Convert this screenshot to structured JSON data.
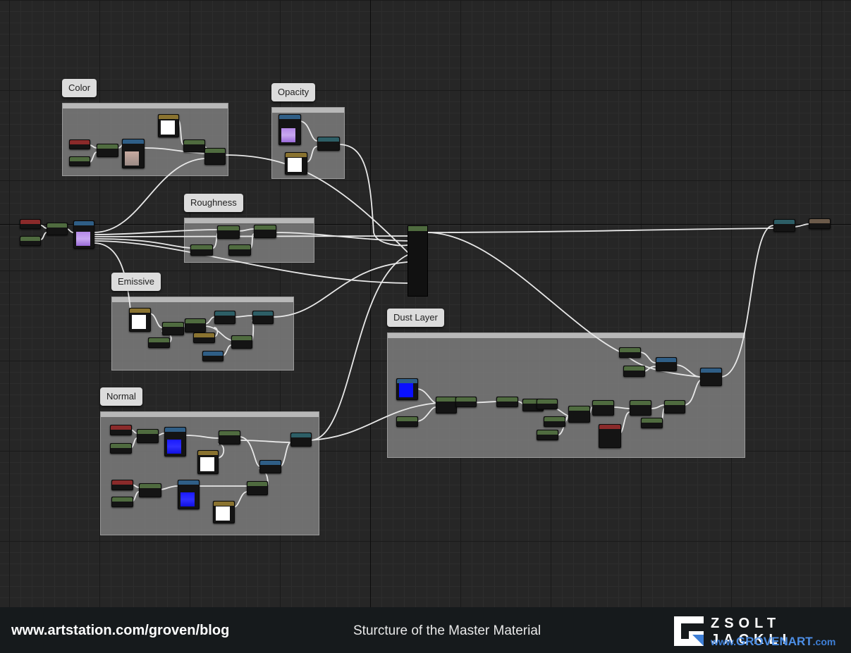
{
  "groups": [
    {
      "label": "Color"
    },
    {
      "label": "Opacity"
    },
    {
      "label": "Roughness"
    },
    {
      "label": "Emissive"
    },
    {
      "label": "Normal"
    },
    {
      "label": "Dust Layer"
    }
  ],
  "footer": {
    "site": "www.artstation.com/groven/blog",
    "caption": "Sturcture of the Master Material",
    "author": "ZSOLT JACKLI",
    "site2_prefix": "www.",
    "site2_main": "GROVENART",
    "site2_suffix": ".com"
  },
  "colors": {
    "canvas": "#262626",
    "comment": "#808080",
    "wire": "#ffffff",
    "footer": "#161a1c",
    "link_blue": "#3e7fd6"
  },
  "icons": [
    "logo-icon"
  ]
}
